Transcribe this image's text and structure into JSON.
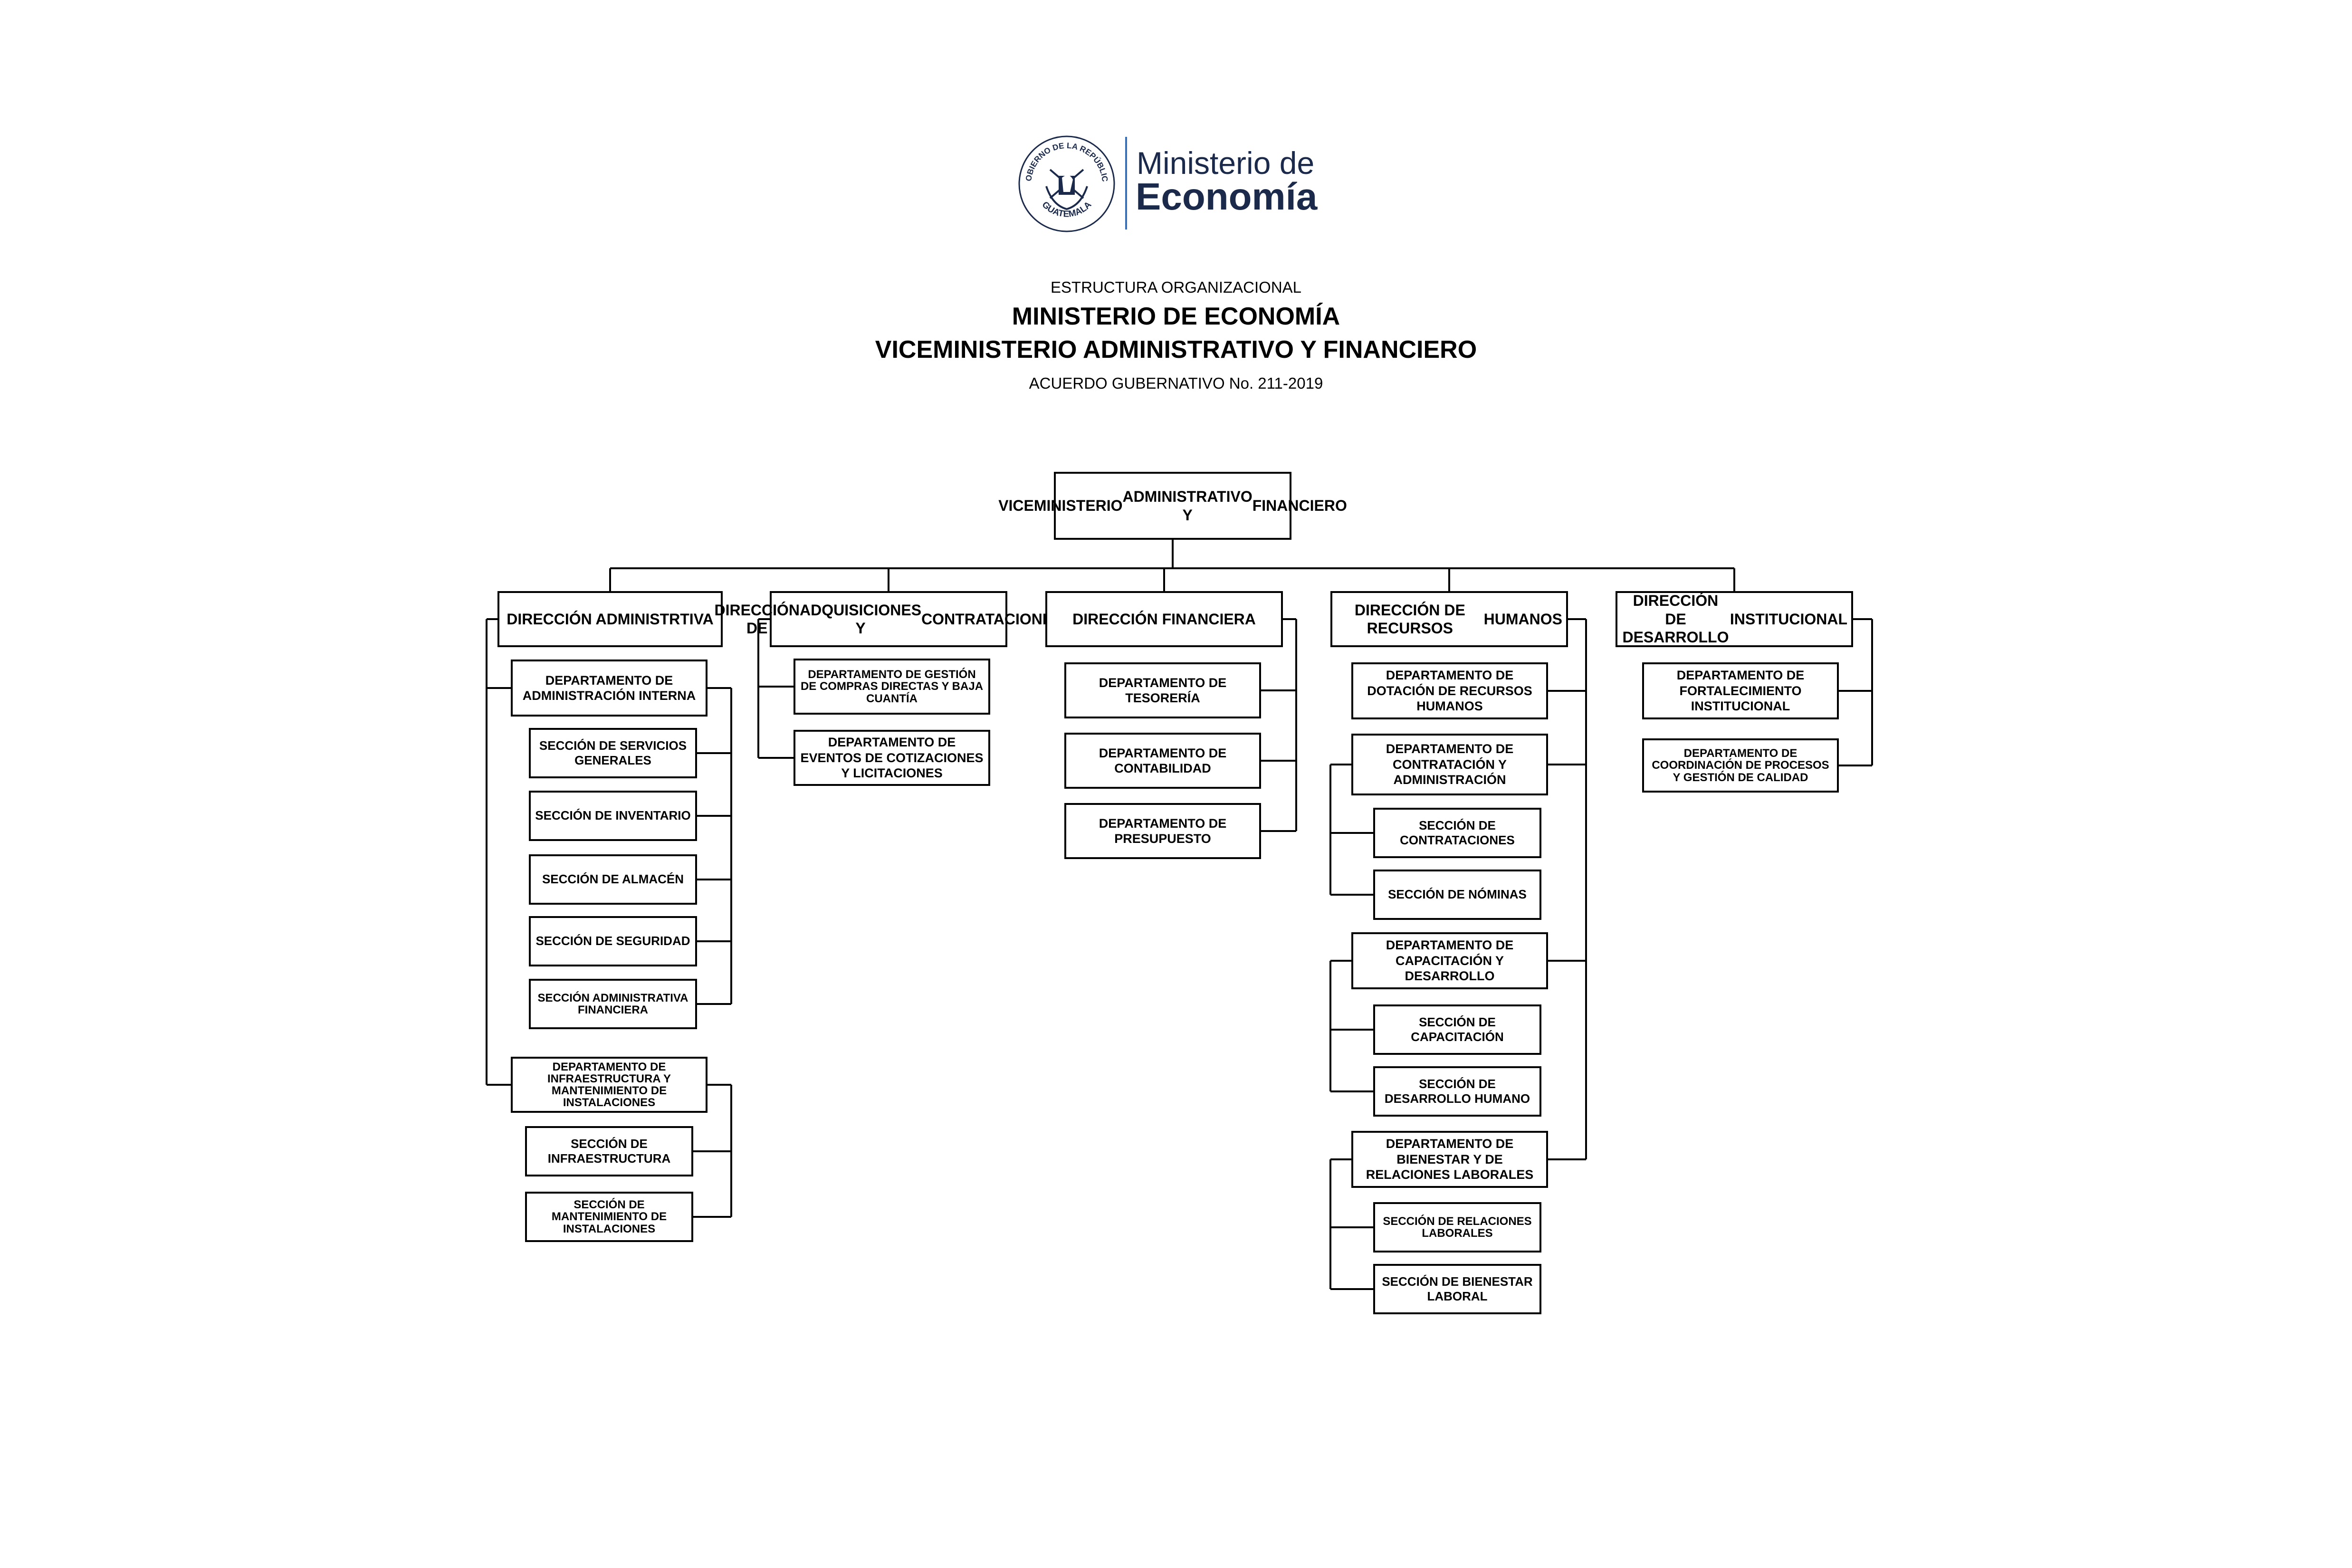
{
  "logo": {
    "seal_text_top": "GOBIERNO DE LA REPÚBLICA",
    "seal_text_bottom": "GUATEMALA",
    "line1": "Ministerio de",
    "line2": "Economía",
    "seal_icon": "coat-of-arms-icon",
    "brand_color": "#1b2a4a",
    "accent_color": "#3b6fb6"
  },
  "header": {
    "label": "ESTRUCTURA ORGANIZACIONAL",
    "title": "MINISTERIO DE ECONOMÍA",
    "subtitle": "VICEMINISTERIO ADMINISTRATIVO Y FINANCIERO",
    "agreement": "ACUERDO GUBERNATIVO No. 211-2019"
  },
  "org": {
    "top": "VICEMINISTERIO ADMINISTRATIVO Y FINANCIERO",
    "directions": [
      {
        "name": "DIRECCIÓN ADMINISTRTIVA",
        "departments": [
          {
            "name": "DEPARTAMENTO DE ADMINISTRACIÓN INTERNA",
            "sections": [
              "SECCIÓN DE SERVICIOS GENERALES",
              "SECCIÓN DE INVENTARIO",
              "SECCIÓN DE ALMACÉN",
              "SECCIÓN DE SEGURIDAD",
              "SECCIÓN ADMINISTRATIVA FINANCIERA"
            ]
          },
          {
            "name": "DEPARTAMENTO DE INFRAESTRUCTURA Y MANTENIMIENTO DE INSTALACIONES",
            "sections": [
              "SECCIÓN DE INFRAESTRUCTURA",
              "SECCIÓN DE MANTENIMIENTO DE INSTALACIONES"
            ]
          }
        ]
      },
      {
        "name": "DIRECCIÓN DE ADQUISICIONES Y CONTRATACIONES",
        "departments": [
          {
            "name": "DEPARTAMENTO DE GESTIÓN DE COMPRAS DIRECTAS Y BAJA CUANTÍA",
            "sections": []
          },
          {
            "name": "DEPARTAMENTO DE EVENTOS DE COTIZACIONES Y LICITACIONES",
            "sections": []
          }
        ]
      },
      {
        "name": "DIRECCIÓN FINANCIERA",
        "departments": [
          {
            "name": "DEPARTAMENTO DE TESORERÍA",
            "sections": []
          },
          {
            "name": "DEPARTAMENTO DE CONTABILIDAD",
            "sections": []
          },
          {
            "name": "DEPARTAMENTO DE PRESUPUESTO",
            "sections": []
          }
        ]
      },
      {
        "name": "DIRECCIÓN DE RECURSOS HUMANOS",
        "departments": [
          {
            "name": "DEPARTAMENTO DE DOTACIÓN DE RECURSOS HUMANOS",
            "sections": []
          },
          {
            "name": "DEPARTAMENTO DE CONTRATACIÓN Y ADMINISTRACIÓN",
            "sections": [
              "SECCIÓN DE CONTRATACIONES",
              "SECCIÓN DE NÓMINAS"
            ]
          },
          {
            "name": "DEPARTAMENTO DE CAPACITACIÓN Y DESARROLLO",
            "sections": [
              "SECCIÓN DE CAPACITACIÓN",
              "SECCIÓN DE DESARROLLO HUMANO"
            ]
          },
          {
            "name": "DEPARTAMENTO DE BIENESTAR Y DE RELACIONES LABORALES",
            "sections": [
              "SECCIÓN DE RELACIONES LABORALES",
              "SECCIÓN DE BIENESTAR LABORAL"
            ]
          }
        ]
      },
      {
        "name": "DIRECCIÓN DE DESARROLLO INSTITUCIONAL",
        "departments": [
          {
            "name": "DEPARTAMENTO DE FORTALECIMIENTO INSTITUCIONAL",
            "sections": []
          },
          {
            "name": "DEPARTAMENTO DE COORDINACIÓN DE PROCESOS Y GESTIÓN DE CALIDAD",
            "sections": []
          }
        ]
      }
    ]
  }
}
